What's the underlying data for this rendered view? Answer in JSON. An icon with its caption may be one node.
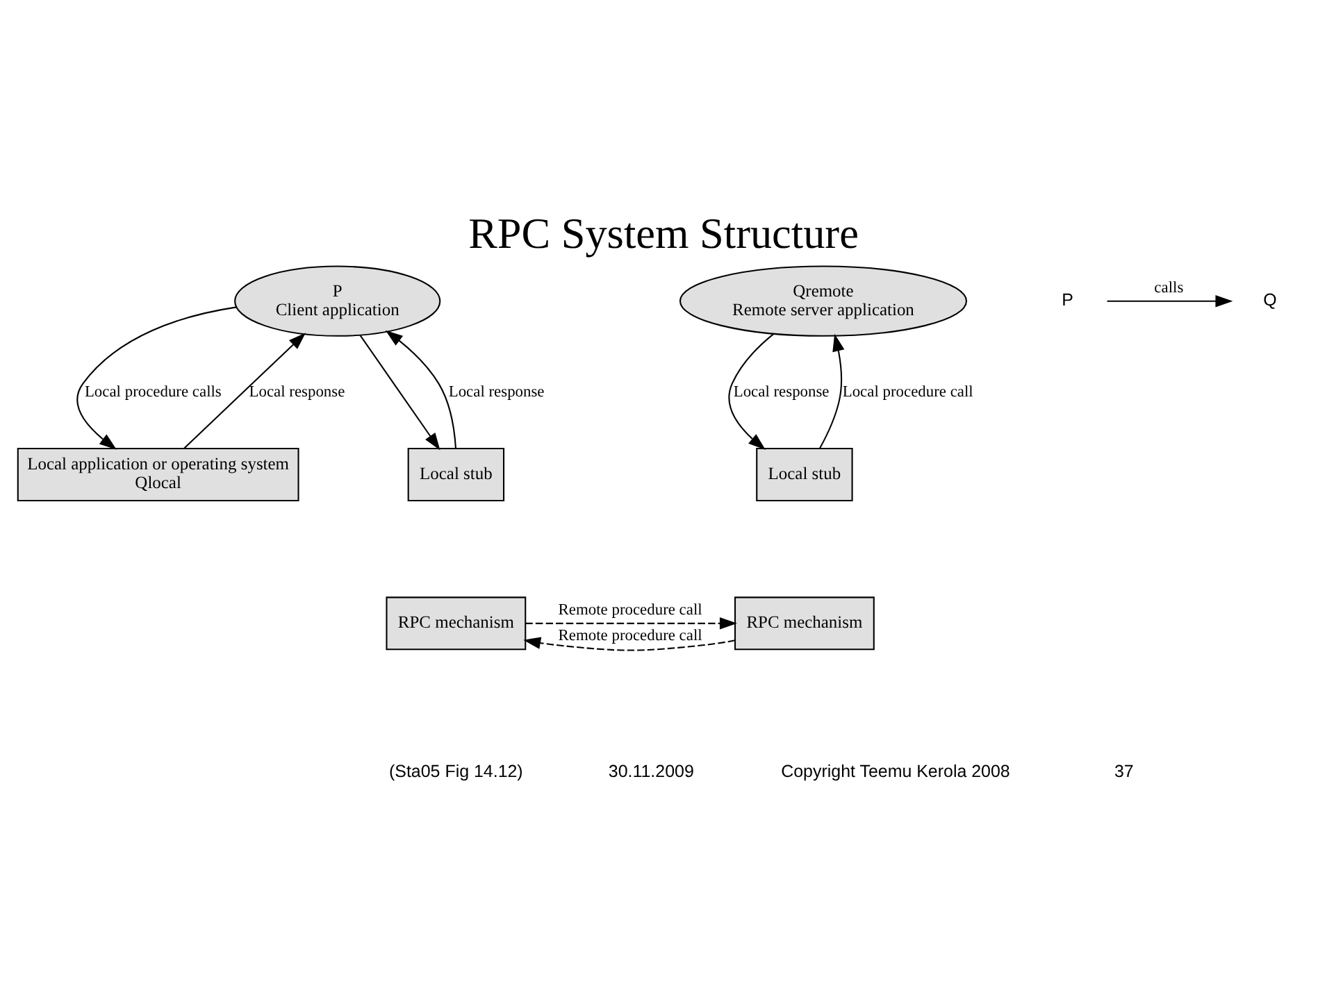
{
  "diagram": {
    "title": "RPC System Structure",
    "nodes": [
      {
        "text": [
          "P",
          "Client application"
        ]
      },
      {
        "text": [
          "Local application or operating system",
          "Qlocal"
        ]
      },
      {
        "text": [
          "Local stub"
        ]
      },
      {
        "text": [
          "RPC mechanism"
        ]
      },
      {
        "text": [
          "Qremote",
          "Remote server application"
        ]
      },
      {
        "text": [
          "Local stub"
        ]
      },
      {
        "text": [
          "RPC mechanism"
        ]
      },
      {
        "text": [
          "P"
        ]
      },
      {
        "text": [
          "Q"
        ]
      }
    ],
    "edges": [
      {
        "from": 1,
        "to": 0,
        "arrow": "to",
        "label": "Local response"
      },
      {
        "from": 0,
        "to": 1,
        "arrow": "to",
        "label": "Local procedure calls"
      },
      {
        "from": 0,
        "to": 2,
        "arrow": "to"
      },
      {
        "from": 2,
        "to": 0,
        "arrow": "to",
        "label": "Local response"
      },
      {
        "from": 3,
        "to": 6,
        "arrow": "to",
        "label": "Remote procedure call",
        "style": "dashed"
      },
      {
        "from": 6,
        "to": 3,
        "arrow": "to",
        "label": "Remote procedure call",
        "style": "dashed"
      },
      {
        "from": 4,
        "to": 5,
        "arrow": "to",
        "label": "Local response"
      },
      {
        "from": 5,
        "to": 4,
        "arrow": "to",
        "label": "Local procedure call"
      },
      {
        "from": 7,
        "to": 8,
        "arrow": "to",
        "label": "calls"
      }
    ],
    "labels": [
      "(Sta05 Fig 14.12)",
      "30.11.2009",
      "Copyright Teemu Kerola 2008",
      "37"
    ]
  }
}
